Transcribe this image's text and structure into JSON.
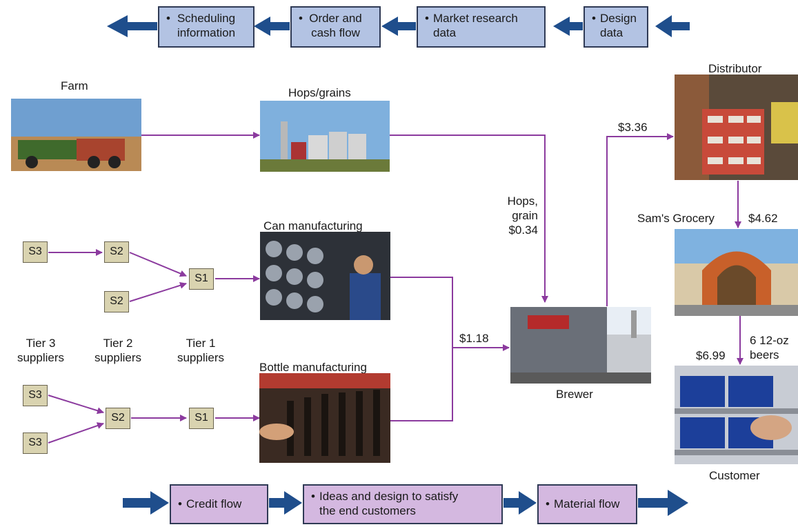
{
  "top_flow": {
    "scheduling": {
      "bullet": "•",
      "text": "Scheduling\ninformation"
    },
    "order": {
      "bullet": "•",
      "text": "Order and\ncash flow"
    },
    "market": {
      "bullet": "•",
      "text": "Market research\ndata"
    },
    "design": {
      "bullet": "•",
      "text": "Design\ndata"
    }
  },
  "bottom_flow": {
    "credit": {
      "bullet": "•",
      "text": "Credit flow"
    },
    "ideas": {
      "bullet": "•",
      "text": "Ideas and design to satisfy\nthe end customers"
    },
    "material": {
      "bullet": "•",
      "text": "Material flow"
    }
  },
  "nodes": {
    "farm": "Farm",
    "hops": "Hops/grains",
    "can": "Can manufacturing",
    "bottle": "Bottle manufacturing",
    "brewer": "Brewer",
    "distributor": "Distributor",
    "grocery": "Sam's Grocery",
    "customer": "Customer"
  },
  "suppliers": {
    "s3": "S3",
    "s2": "S2",
    "s1": "S1"
  },
  "tiers": {
    "tier3": "Tier 3\nsuppliers",
    "tier2": "Tier 2\nsuppliers",
    "tier1": "Tier 1\nsuppliers"
  },
  "prices": {
    "hops_grain": "Hops,\ngrain\n$0.34",
    "packaging": "$1.18",
    "distributor": "$3.36",
    "grocery": "$4.62",
    "customer": "$6.99",
    "pack": "6 12-oz\nbeers"
  },
  "colors": {
    "arrow_blue": "#1f4e8c",
    "flow_line": "#8b3a9e",
    "box_top": "#b3c3e3",
    "box_bottom": "#d4b8e0",
    "supplier_box": "#d9d3b0"
  }
}
